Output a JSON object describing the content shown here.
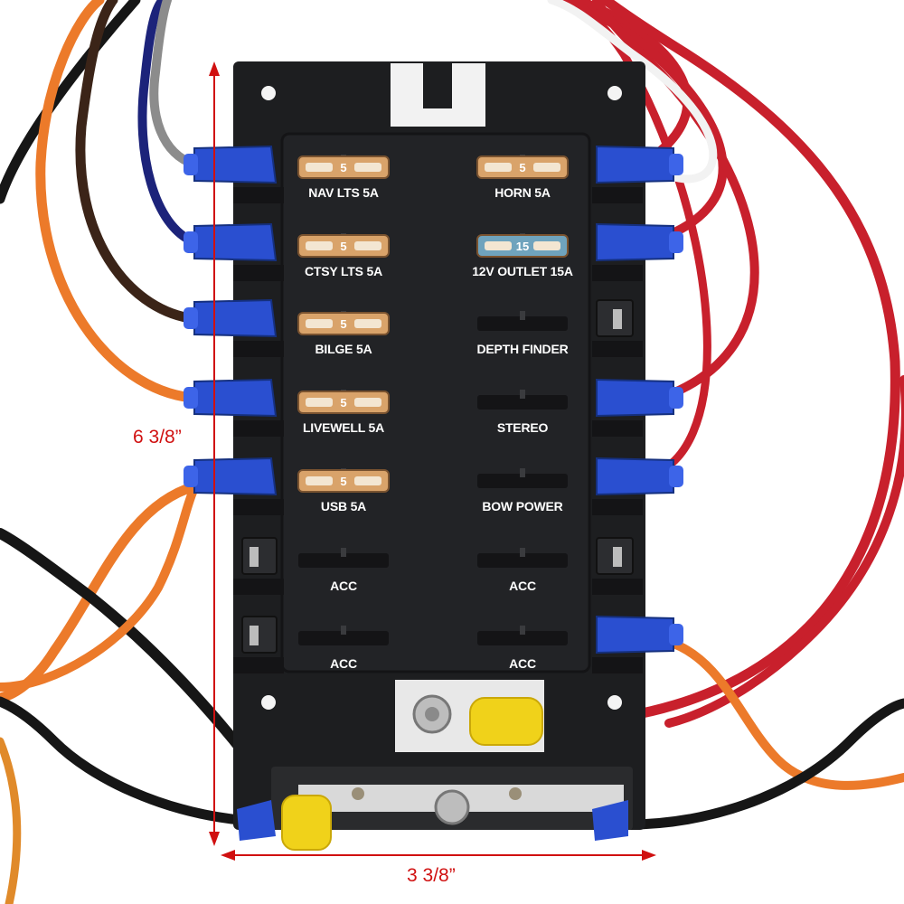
{
  "dimensions": {
    "height": "6 3/8”",
    "width": "3 3/8”",
    "color": "#d01010"
  },
  "fuses": {
    "left": [
      {
        "label": "NAV LTS 5A",
        "rating": "5",
        "color": "#d9a36a"
      },
      {
        "label": "CTSY LTS 5A",
        "rating": "5",
        "color": "#d9a36a"
      },
      {
        "label": "BILGE 5A",
        "rating": "5",
        "color": "#d9a36a"
      },
      {
        "label": "LIVEWELL 5A",
        "rating": "5",
        "color": "#d9a36a"
      },
      {
        "label": "USB 5A",
        "rating": "5",
        "color": "#d9a36a"
      },
      {
        "label": "ACC"
      },
      {
        "label": "ACC"
      }
    ],
    "right": [
      {
        "label": "HORN 5A",
        "rating": "5",
        "color": "#d9a36a"
      },
      {
        "label": "12V OUTLET 15A",
        "rating": "15",
        "color": "#6fa3bd"
      },
      {
        "label": "DEPTH FINDER"
      },
      {
        "label": "STEREO"
      },
      {
        "label": "BOW POWER"
      },
      {
        "label": "ACC"
      },
      {
        "label": "ACC"
      }
    ]
  },
  "wire_colors": {
    "red": "#c8202c",
    "orange": "#ec7a2a",
    "black": "#161616",
    "brown": "#3b2418",
    "navy": "#1c237a",
    "gray": "#8c8c8c",
    "connector_blue": "#2a4fd0",
    "connector_yellow": "#f0d21a"
  }
}
